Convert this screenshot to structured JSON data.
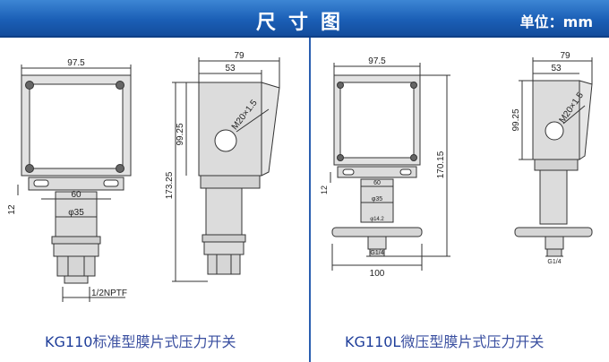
{
  "header": {
    "title": "尺寸图",
    "unit": "单位：mm"
  },
  "left": {
    "caption_model": "KG110",
    "caption_text": "标准型膜片式压力开关",
    "dims": {
      "width": "97.5",
      "depth": "79",
      "inner": "53",
      "thread": "M20×1.5",
      "box_h": "99.25",
      "total_h": "173.25",
      "flange": "60",
      "gap": "12",
      "dia": "φ35",
      "port": "1/2NPTF"
    }
  },
  "right": {
    "caption_model": "KG110L",
    "caption_text": "微压型膜片式压力开关",
    "dims": {
      "width": "97.5",
      "depth": "79",
      "inner": "53",
      "thread": "M20×1.5",
      "box_h": "99.25",
      "total_h": "170.15",
      "flange": "60",
      "gap": "12",
      "dia": "φ35",
      "small": "φ14.2",
      "port": "G1/4",
      "port2": "G1/4",
      "base": "100"
    }
  },
  "colors": {
    "banner": "#1b5fb6",
    "divider": "#2b5fb0",
    "caption": "#3a4fa0",
    "body_fill": "#dcdcdc",
    "line": "#333333"
  }
}
